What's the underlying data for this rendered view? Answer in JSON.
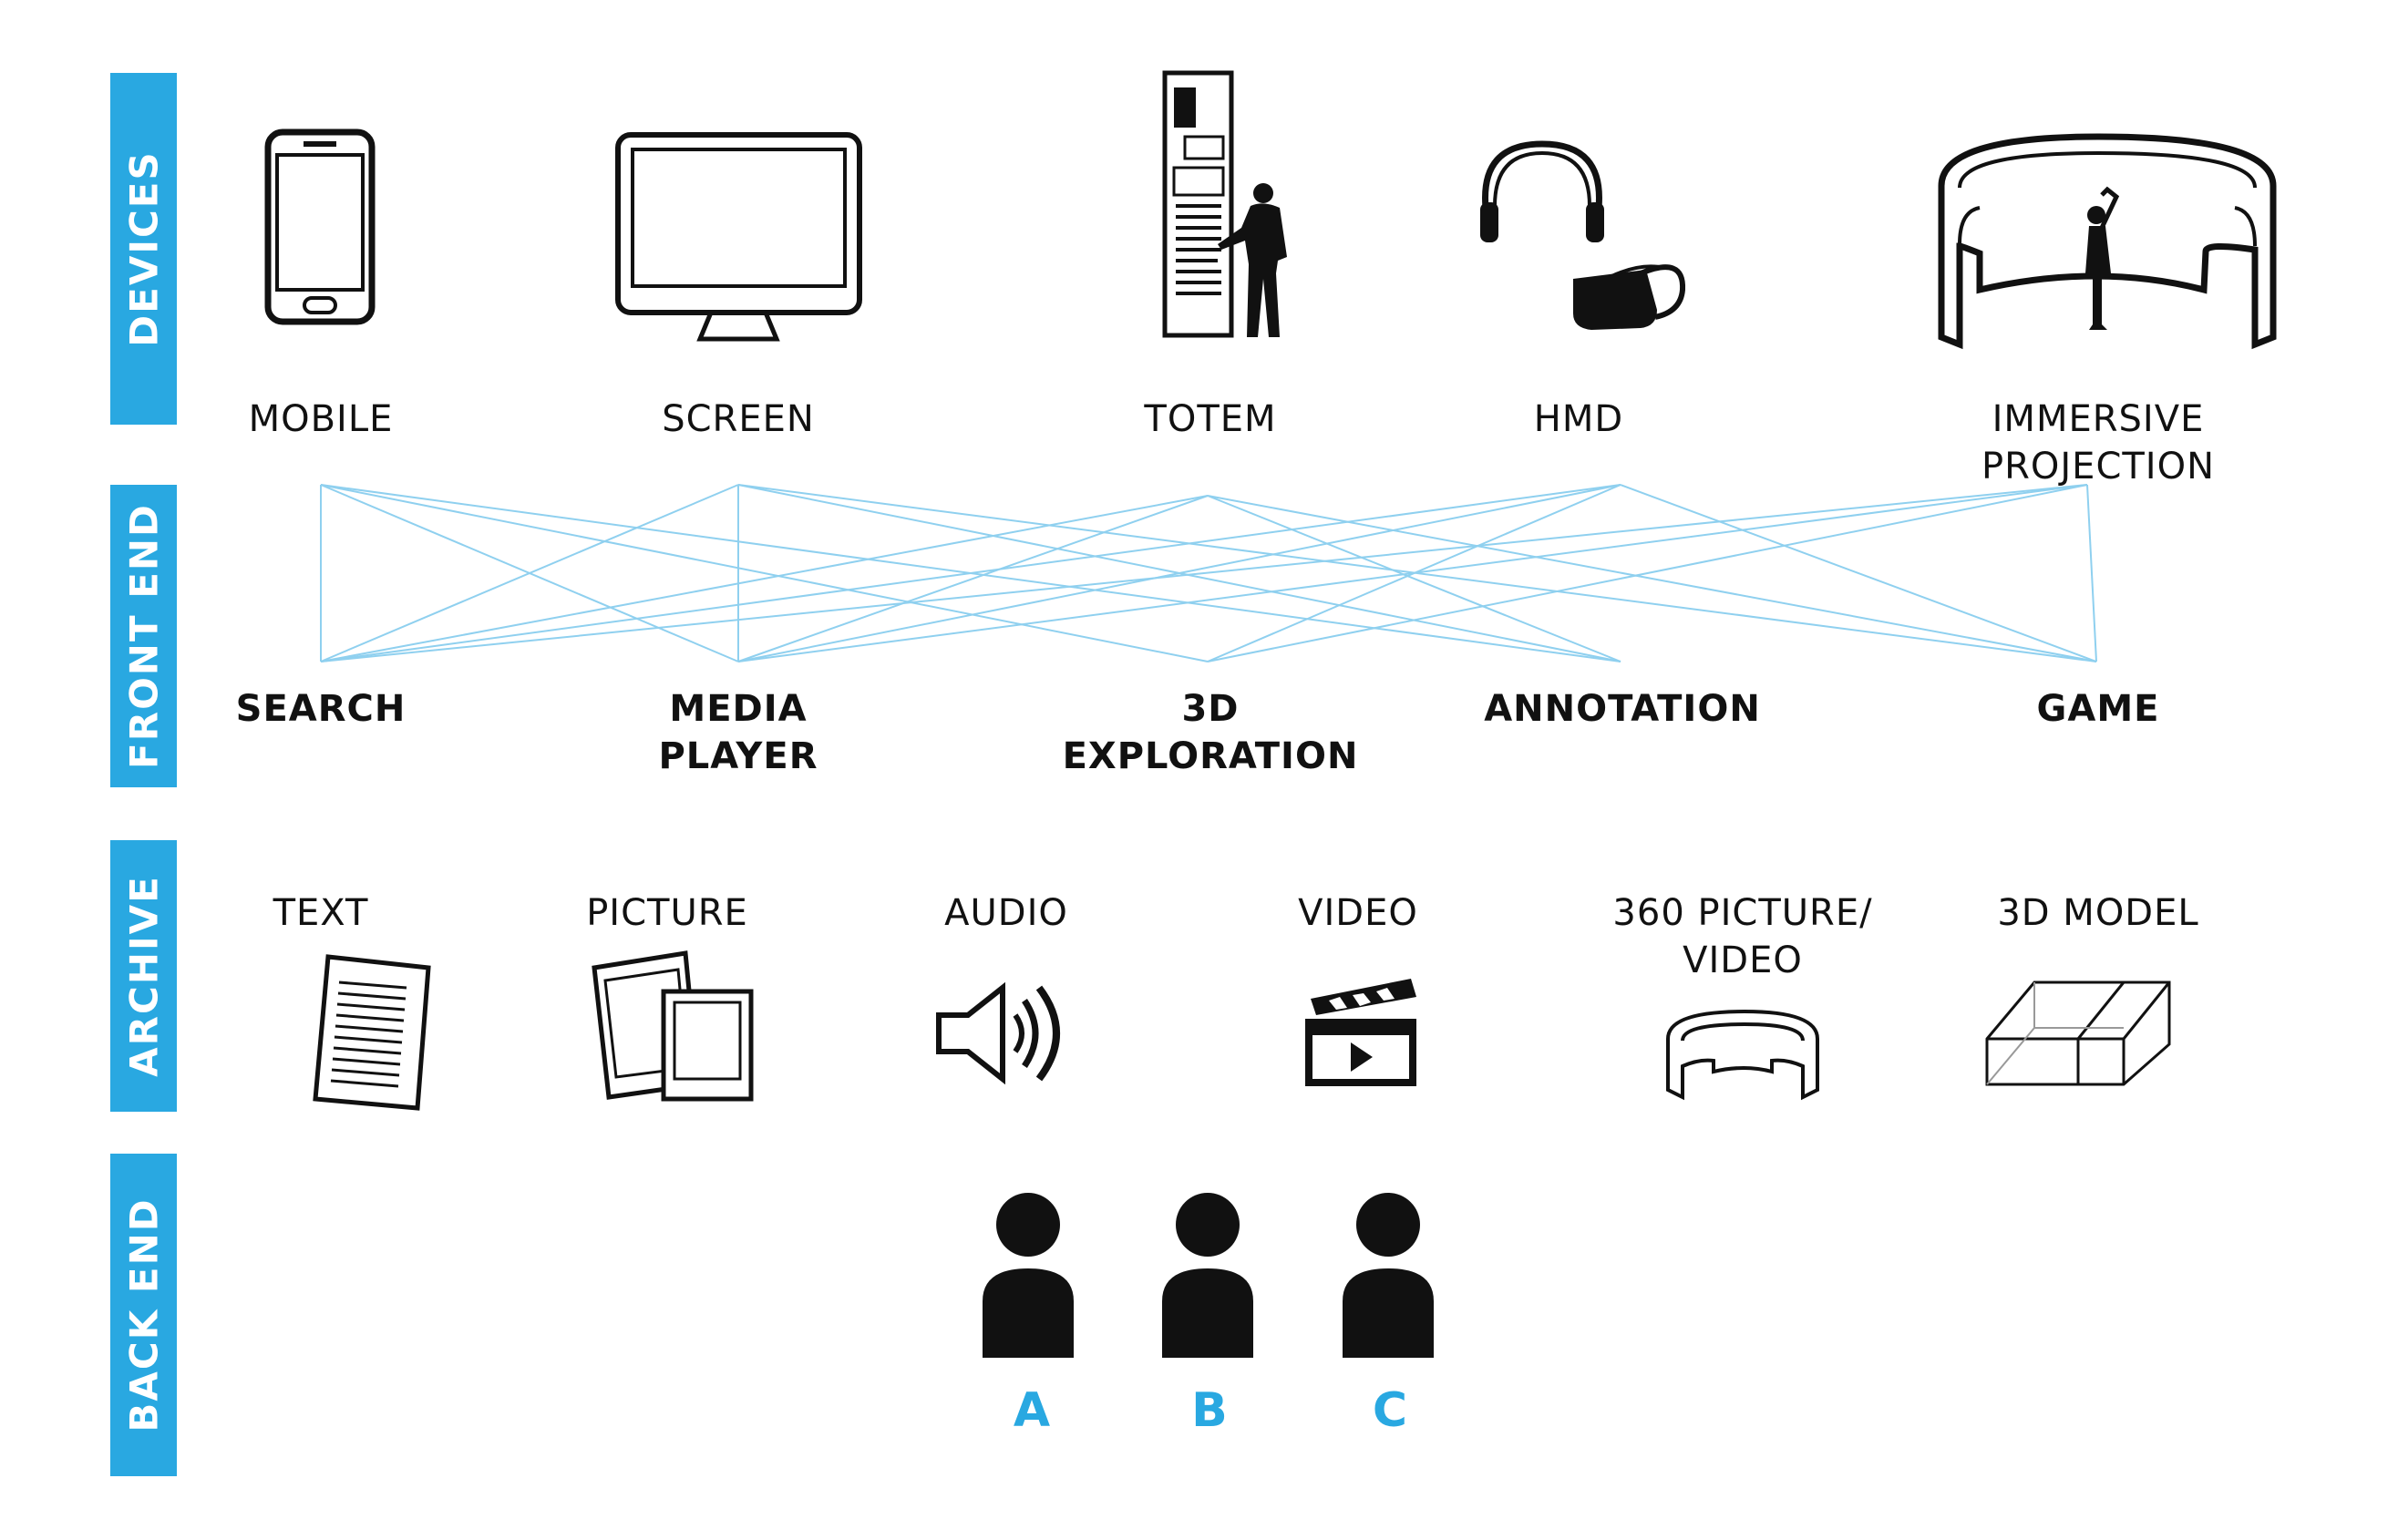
{
  "sections": {
    "devices": "DEVICES",
    "front_end": "FRONT END",
    "archive": "ARCHIVE",
    "back_end": "BACK END"
  },
  "devices": {
    "mobile": "MOBILE",
    "screen": "SCREEN",
    "totem": "TOTEM",
    "hmd": "HMD",
    "immersive_1": "IMMERSIVE",
    "immersive_2": "PROJECTION"
  },
  "front_end": {
    "search": "SEARCH",
    "media_1": "MEDIA",
    "media_2": "PLAYER",
    "exploration_1": "3D",
    "exploration_2": "EXPLORATION",
    "annotation": "ANNOTATION",
    "game": "GAME"
  },
  "archive": {
    "text": "TEXT",
    "picture": "PICTURE",
    "audio": "AUDIO",
    "video": "VIDEO",
    "pano_1": "360 PICTURE/",
    "pano_2": "VIDEO",
    "model": "3D MODEL"
  },
  "users": {
    "a": "A",
    "b": "B",
    "c": "C"
  },
  "colors": {
    "accent": "#29a8e1",
    "line": "#8fd0ef",
    "ink": "#111111"
  }
}
